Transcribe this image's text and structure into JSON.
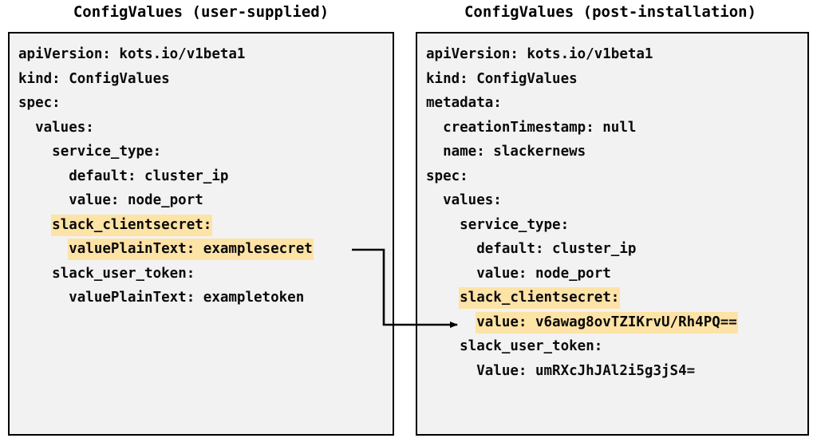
{
  "diagram": {
    "title_left": "ConfigValues (user-supplied)",
    "title_right": "ConfigValues (post-installation)",
    "highlight_color": "#fde3a6",
    "box_background": "#f2f2f2",
    "box_border_color": "#000000",
    "arrow_color": "#000000",
    "arrow_label": "encrypted-value-mapping-arrow"
  },
  "left_panel": {
    "title": "ConfigValues (user-supplied)",
    "lines": [
      {
        "text": "apiVersion: kots.io/v1beta1",
        "highlight": false
      },
      {
        "text": "kind: ConfigValues",
        "highlight": false
      },
      {
        "text": "spec:",
        "highlight": false
      },
      {
        "text": "  values:",
        "highlight": false
      },
      {
        "text": "    service_type:",
        "highlight": false
      },
      {
        "text": "      default: cluster_ip",
        "highlight": false
      },
      {
        "text": "      value: node_port",
        "highlight": false
      },
      {
        "text": "    slack_clientsecret:",
        "highlight": true
      },
      {
        "text": "      valuePlainText: examplesecret",
        "highlight": true
      },
      {
        "text": "    slack_user_token:",
        "highlight": false
      },
      {
        "text": "      valuePlainText: exampletoken",
        "highlight": false
      }
    ]
  },
  "right_panel": {
    "title": "ConfigValues (post-installation)",
    "lines": [
      {
        "text": "apiVersion: kots.io/v1beta1",
        "highlight": false
      },
      {
        "text": "kind: ConfigValues",
        "highlight": false
      },
      {
        "text": "metadata:",
        "highlight": false
      },
      {
        "text": "  creationTimestamp: null",
        "highlight": false
      },
      {
        "text": "  name: slackernews",
        "highlight": false
      },
      {
        "text": "spec:",
        "highlight": false
      },
      {
        "text": "  values:",
        "highlight": false
      },
      {
        "text": "    service_type:",
        "highlight": false
      },
      {
        "text": "      default: cluster_ip",
        "highlight": false
      },
      {
        "text": "      value: node_port",
        "highlight": false
      },
      {
        "text": "    slack_clientsecret:",
        "highlight": true
      },
      {
        "text": "      value: v6awag8ovTZIKrvU/Rh4PQ==",
        "highlight": true
      },
      {
        "text": "    slack_user_token:",
        "highlight": false
      },
      {
        "text": "      Value: umRXcJhJAl2i5g3jS4=",
        "highlight": false
      }
    ]
  }
}
